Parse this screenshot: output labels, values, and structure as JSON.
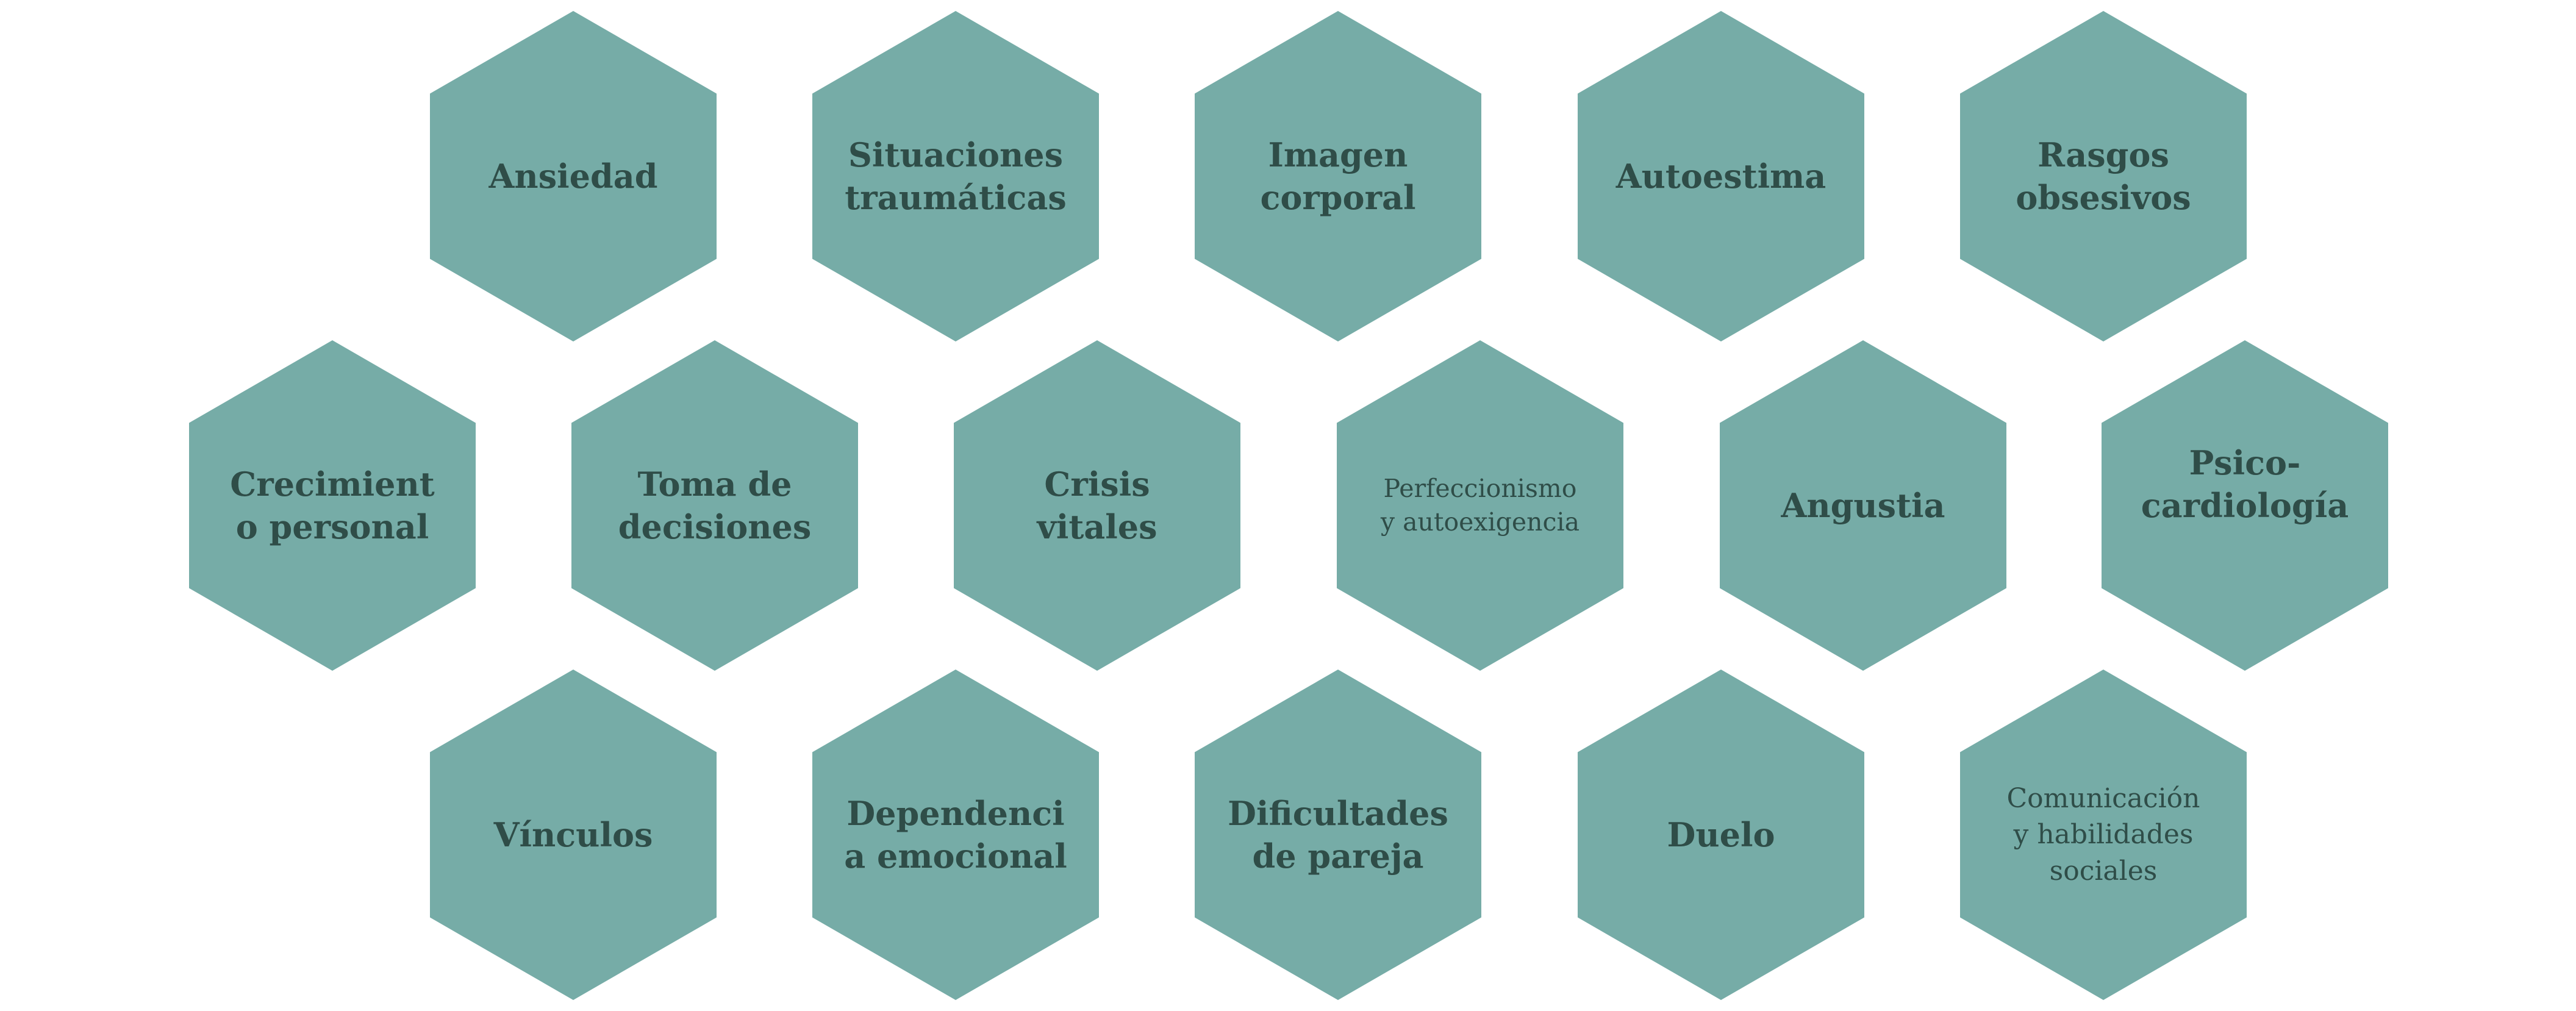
{
  "colors": {
    "hexagon_fill": "#76aca7",
    "label_text": "#2f4d48",
    "background": "#ffffff"
  },
  "hexagons": [
    {
      "label": "Ansiedad"
    },
    {
      "label": "Situaciones\ntraumáticas"
    },
    {
      "label": "Imagen\ncorporal"
    },
    {
      "label": "Autoestima"
    },
    {
      "label": "Rasgos\nobsesivos"
    },
    {
      "label": "Crecimient\no personal"
    },
    {
      "label": "Toma de\ndecisiones"
    },
    {
      "label": "Crisis\nvitales"
    },
    {
      "label": "Perfeccionismo\ny autoexigencia"
    },
    {
      "label": "Angustia"
    },
    {
      "label": "Psico-\ncardiología"
    },
    {
      "label": "Vínculos"
    },
    {
      "label": "Dependenci\na emocional"
    },
    {
      "label": "Dificultades\nde pareja"
    },
    {
      "label": "Duelo"
    },
    {
      "label": "Comunicación\ny habilidades\nsociales"
    }
  ]
}
